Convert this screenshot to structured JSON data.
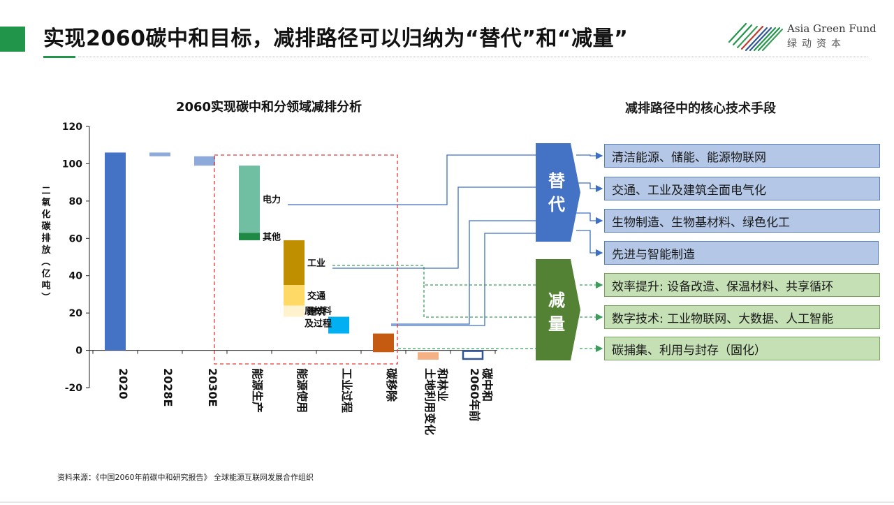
{
  "page": {
    "title": "实现2060碳中和目标，减排路径可以归纳为“替代”和“减量”",
    "logo_en": "Asia Green Fund",
    "logo_cn": "绿动资本",
    "source": "资料来源：《中国2060年前碳中和研究报告》 全球能源互联网发展合作组织",
    "accent_color": "#21964a"
  },
  "chart_data": {
    "type": "bar",
    "subtype": "waterfall",
    "title": "2060实现碳中和分领域减排分析",
    "ylabel": "二氧化碳排放（亿吨）",
    "ylim": [
      -20,
      120
    ],
    "yticks": [
      120,
      100,
      80,
      60,
      40,
      20,
      0,
      -20
    ],
    "grid": false,
    "categories": [
      "2020",
      "2028E",
      "2030E",
      "能源生产",
      "能源使用",
      "工业过程",
      "碳移除",
      "土地利用变化和林业",
      "2060年前碳中和"
    ],
    "category_labels": [
      [
        "2020"
      ],
      [
        "2028E"
      ],
      [
        "2030E"
      ],
      [
        "能源生产"
      ],
      [
        "能源使用"
      ],
      [
        "工业过程"
      ],
      [
        "碳移除"
      ],
      [
        "土地利用变化",
        "和林业"
      ],
      [
        "2060年前",
        "碳中和"
      ]
    ],
    "bars": [
      {
        "category": "2020",
        "from": 0,
        "to": 106,
        "color": "#4472c4"
      },
      {
        "category": "2028E",
        "from": 104,
        "to": 106,
        "color": "#8eaadb"
      },
      {
        "category": "2030E",
        "from": 99,
        "to": 104,
        "color": "#8eaadb"
      },
      {
        "category": "能源生产",
        "from": 63,
        "to": 99,
        "color": "#70bfa3",
        "label": "电力"
      },
      {
        "category": "能源生产",
        "from": 59,
        "to": 63,
        "color": "#1e8a46",
        "label": "其他"
      },
      {
        "category": "能源使用",
        "from": 35,
        "to": 59,
        "color": "#bf8f00",
        "label": "工业"
      },
      {
        "category": "能源使用",
        "from": 24,
        "to": 35,
        "color": "#ffd966",
        "label": "交通"
      },
      {
        "category": "能源使用",
        "from": 18,
        "to": 24,
        "color": "#fff2cc",
        "label": "建筑"
      },
      {
        "category": "工业过程",
        "from": 9,
        "to": 18,
        "color": "#00b0f0",
        "label": "原材料及过程"
      },
      {
        "category": "碳移除",
        "from": -1,
        "to": 9,
        "color": "#c55a11"
      },
      {
        "category": "土地利用变化和林业",
        "from": -5,
        "to": -1,
        "color": "#f4b183"
      },
      {
        "category": "2060年前碳中和",
        "from": -5,
        "to": 0,
        "color": "none",
        "outline": "#2f5597"
      }
    ]
  },
  "tech": {
    "title": "减排路径中的核心技术手段",
    "replace_label": [
      "替",
      "代"
    ],
    "reduce_label": [
      "减",
      "量"
    ],
    "replace_color": "#4472c4",
    "reduce_color": "#548235",
    "replace_items": [
      "清洁能源、储能、能源物联网",
      "交通、工业及建筑全面电气化",
      "生物制造、生物基材料、绿色化工",
      "先进与智能制造"
    ],
    "reduce_items": [
      "效率提升: 设备改造、保温材料、共享循环",
      "数字技术: 工业物联网、大数据、人工智能",
      "碳捕集、利用与封存（固化）"
    ]
  }
}
